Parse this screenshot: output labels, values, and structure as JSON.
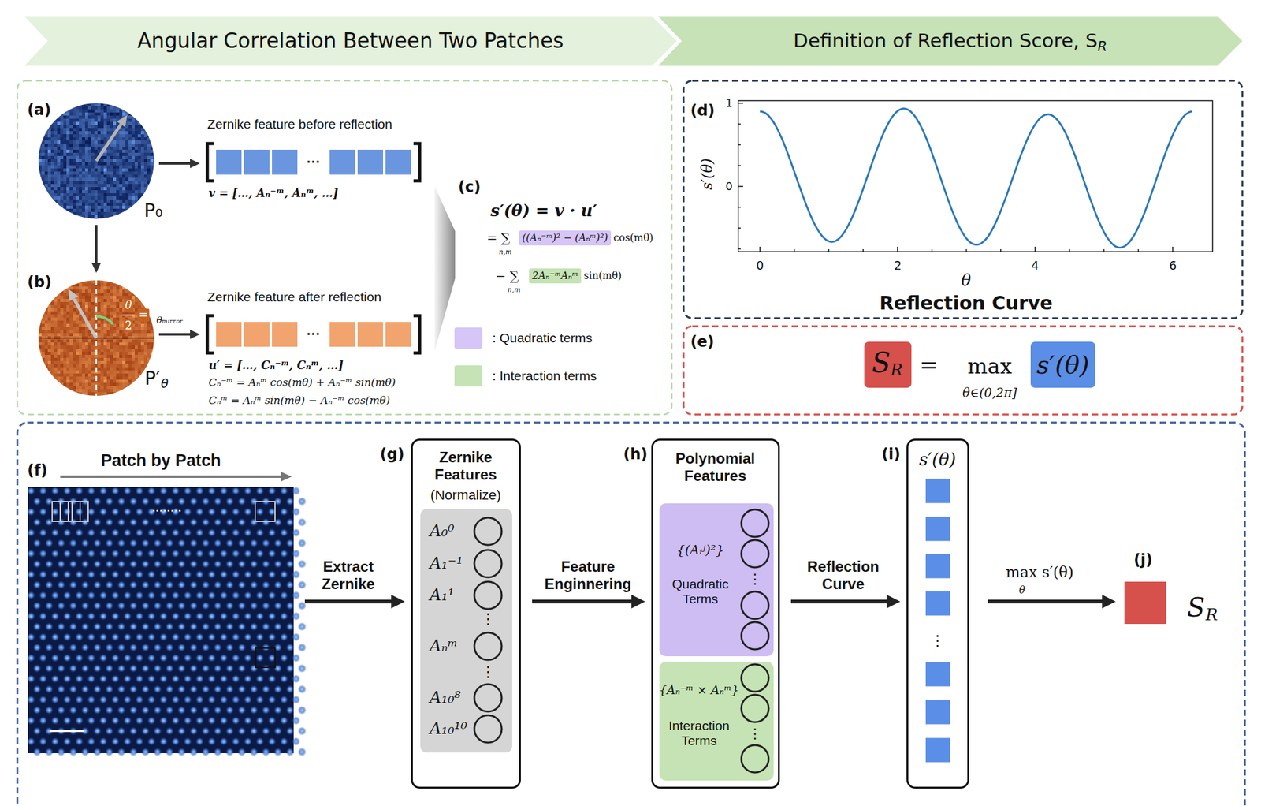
{
  "diagram": {
    "nodes": [
      {
        "text": [
          "Angular Correlation Between Two Patches"
        ]
      },
      {
        "text": [
          "Definition of Reflection Score, S",
          "R"
        ]
      },
      {
        "text": [
          "P₀"
        ]
      },
      {
        "text": [
          "Zernike feature before reflection",
          "···",
          "v = […, Aₙ⁻ᵐ, Aₙᵐ, …]"
        ]
      },
      {
        "text": [
          "P′",
          "θ"
        ]
      },
      {
        "text": [
          "Zernike feature after reflection",
          "···",
          "u′ = […, Cₙ⁻ᵐ, Cₙᵐ, …]",
          "Cₙ⁻ᵐ = Aₙᵐ cos(mθ) + Aₙ⁻ᵐ sin(mθ)",
          "Cₙᵐ = Aₙᵐ sin(mθ) − Aₙ⁻ᵐ cos(mθ)"
        ]
      },
      {
        "text": [
          "((Aₙ⁻ᵐ)² − (Aₙᵐ)²)"
        ]
      },
      {
        "text": [
          "2Aₙ⁻ᵐAₙᵐ"
        ]
      },
      {
        "text": [
          "S",
          "R"
        ]
      },
      {
        "text": [
          "s′(θ)"
        ]
      },
      {
        "text": [
          "Patch by Patch"
        ]
      },
      {
        "text": [
          "Zernike Features",
          "(Normalize)"
        ]
      },
      {
        "text": [
          "A₀⁰",
          "A₁⁻¹",
          "A₁¹",
          "⋮",
          "Aₙᵐ",
          "⋮",
          "A₁₀⁸",
          "A₁₀¹⁰"
        ],
        "in": 11
      },
      {
        "text": [
          "Polynomial Features"
        ]
      },
      {
        "text": [
          "{(Aᵢʲ)²}",
          "Quadratic Terms",
          "⋮"
        ],
        "in": 13
      },
      {
        "text": [
          "{Aₙ⁻ᵐ × Aₙᵐ}",
          "Interaction Terms",
          "⋮"
        ],
        "in": 13
      },
      {
        "text": [
          "s′(θ)",
          "⋮"
        ]
      },
      {
        "text": [
          "S",
          "R"
        ]
      }
    ],
    "edges": [
      {
        "from": 2,
        "to": 3,
        "arrow": "to"
      },
      {
        "from": 2,
        "to": 4,
        "arrow": "to"
      },
      {
        "from": 4,
        "to": 5,
        "arrow": "to"
      },
      {
        "from": 10,
        "to": 11,
        "label": "Extract Zernike",
        "arrow": "to"
      },
      {
        "from": 11,
        "to": 13,
        "label": "Feature Enginnering",
        "arrow": "to"
      },
      {
        "from": 13,
        "to": 16,
        "label": "Reflection Curve",
        "arrow": "to"
      },
      {
        "from": 16,
        "to": 17,
        "label": "max s′(θ)",
        "arrow": "to"
      }
    ],
    "labels": [
      "(a)",
      "(b)",
      "θ",
      "2",
      "=",
      "θₘᵢᵣᵣₒᵣ",
      "(c)",
      "s′(θ) = v · u′",
      "= ∑",
      "n,m",
      "cos(mθ)",
      "− ∑",
      "n,m",
      "sin(mθ)",
      "(d)",
      "s′(θ)",
      "1",
      "0",
      "0",
      "2",
      "4",
      "6",
      "θ",
      "Reflection Curve",
      "(e)",
      "=",
      "max",
      "θ∈(0,2π]",
      "(f)",
      "(g)",
      "(h)",
      "(i)",
      "(j)",
      "θ"
    ],
    "legend": [
      {
        "text": ": Quadratic terms",
        "color": "#d6c6f7"
      },
      {
        "text": ": Interaction terms",
        "color": "#c5e3b4"
      }
    ]
  }
}
